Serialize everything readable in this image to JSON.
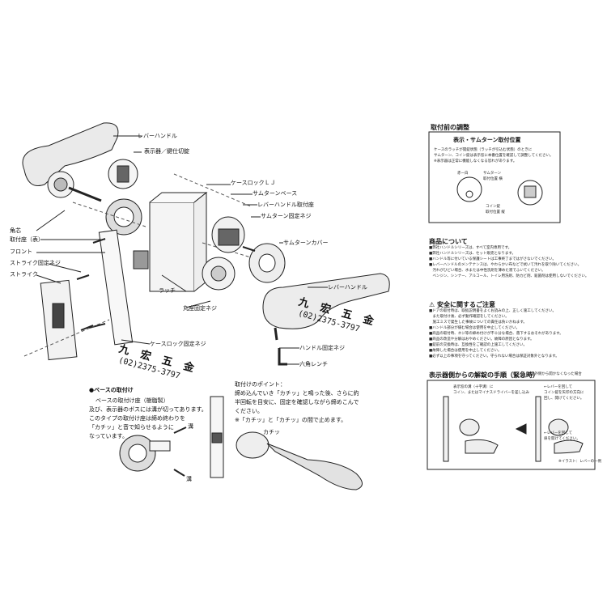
{
  "labels": {
    "lever_handle_top": "レバーハンドル",
    "indicator_plate": "表示器／鍵仕切錠",
    "case_lock": "ケースロックＬＪ",
    "thumbturn_base": "サムターンベース",
    "lever_handle_mount": "レバーハンドル取付座",
    "thumbturn_screw": "サムターン固定ネジ",
    "thumbturn_cover": "サムターンカバー",
    "square_core": "角芯",
    "mount_plate_front": "取付座（表）",
    "front": "フロント",
    "strike_screw": "ストライク固定ネジ",
    "strike": "ストライク",
    "latch": "ラッチ",
    "round_seat_screw": "丸座固定ネジ",
    "lever_handle_right": "レバーハンドル",
    "handle_screw": "ハンドル固定ネジ",
    "hex_wrench": "六角レンチ",
    "case_lock_screw": "ケースロック固定ネジ"
  },
  "stamp": {
    "name": "九 宏 五 金",
    "phone": "(02)2375-3797"
  },
  "base_mount": {
    "title": "●ベースの取付け",
    "lines": [
      "ベースの取付け座（樹脂製）",
      "及び、表示器のボスには溝が切ってあります。",
      "このタイプの取付け座は締め終わりを",
      "「カチッ」と音で知らせるように",
      "なっています。"
    ],
    "groove1": "溝",
    "groove2": "溝"
  },
  "point": {
    "title": "取付けのポイント：",
    "lines": [
      "締め込んでいき「カチッ」と鳴った後、さらに約",
      "半回転を目安に、固定を確認しながら締めこんで",
      "ください。",
      "※「カチッ」と「カチッ」の間で止めます。"
    ],
    "click": "カチッ"
  },
  "adjust": {
    "title": "取付前の調整",
    "box_title": "表示・サムターン取付位置",
    "desc": [
      "ケースのラッチが開錠状態（ラッチが引込む状態）のときに",
      "サムターン、コイン錠は表示窓に本番位置を確認して調整してください。",
      "※表示器は正常に機能しなくなる恐れがあります。"
    ],
    "red_white": "赤ー白",
    "thumbturn": "サムターン",
    "position": "取付位置 横",
    "coin_lock": "コイン錠",
    "position2": "取付位置 縦"
  },
  "product": {
    "title": "商品について",
    "lines": [
      "■弊社ハンドルシリーズは、すべて室内専用です。",
      "■弊社ハンドルシリーズは、セット販売となります。",
      "■ハンドル等に付いている保護シートは工事終了まではがさないでください。",
      "■レバーハンドルのメンテナンスは、やわらかい布などで拭いて汚れを取り除いてください。",
      "　汚れがひどい場合、水または中性洗剤を薄めた液でふいてください。",
      "　ベンジン、シンナー、アルコール、トイレ用洗剤、防カビ剤、殺菌剤は使用しないでください。"
    ]
  },
  "safety": {
    "title": "安全に関するご注意",
    "lines": [
      "■ドアの取付時は、取扱説明書をよくお読みの上、正しく施工してください。",
      "　また取付け後、必ず動作確認をしてください。",
      "　施工ミスで発生した事故についての責任は負いかねます。",
      "■ハンドル部分が緩む場合は使用を中止してください。",
      "■商品の取付時、ネジ等の締め付けが不十分な場合、落下するおそれがあります。",
      "■商品の改造や分解はおやめください。故障の原因となります。",
      "■錠前の交換時は、互換性をご確認の上施工してください。",
      "■故障した場合は使用を中止してください。",
      "■必ず以上の事項を守ってください。守られない場合は保証対象外となります。"
    ]
  },
  "emergency": {
    "title": "表示器側からの解錠の手順（緊急時）",
    "title_sub": "※室外側から開かなくなった場合",
    "left_caption": [
      "表示窓の溝（十字溝）に",
      "コイン、またはマイナスドライバーを差し込み"
    ],
    "right_caption": [
      "←レバーを回して",
      "コイン錠を矢印の方向に",
      "回し、開けてください。"
    ],
    "right_caption2": [
      "←レバーを回して",
      "扉を開けてください。"
    ],
    "footer": "※イラスト：レバーの一例"
  },
  "colors": {
    "line": "#222222",
    "paper": "#ffffff"
  }
}
